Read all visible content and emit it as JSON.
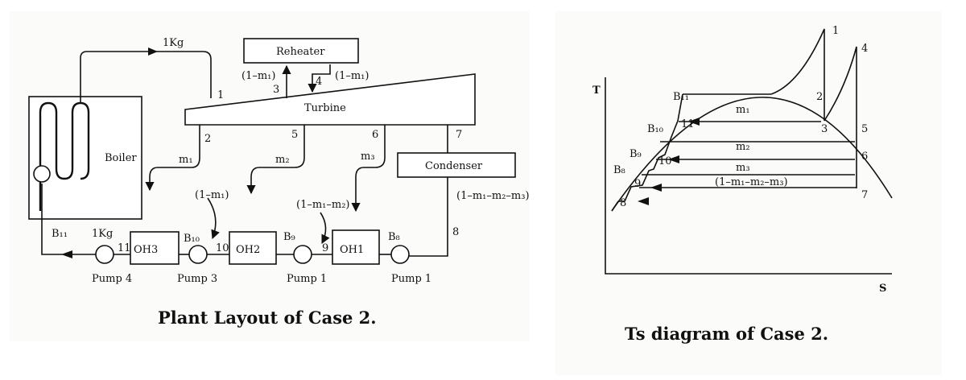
{
  "left": {
    "caption": "Plant Layout of Case 2.",
    "boiler": "Boiler",
    "reheater": "Reheater",
    "turbine": "Turbine",
    "condenser": "Condenser",
    "heaters": [
      "OH3",
      "OH2",
      "OH1"
    ],
    "pumps": [
      "Pump 4",
      "Pump 3",
      "Pump 1",
      "Pump 1"
    ],
    "mass_top": "1Kg",
    "mass_bottom": "1Kg",
    "points": [
      "1",
      "2",
      "3",
      "4",
      "5",
      "6",
      "7",
      "8",
      "9",
      "10",
      "11"
    ],
    "flows": {
      "to_reheater": "(1–m₁)",
      "from_reheater": "(1–m₁)",
      "m1": "m₁",
      "m2": "m₂",
      "m3": "m₃",
      "after_oh3": "(1–m₁)",
      "after_oh2": "(1–m₁–m₂)",
      "condenser_out": "(1–m₁–m₂–m₃)"
    },
    "b_labels": {
      "b11": "B₁₁",
      "b10": "B₁₀",
      "b9": "B₉",
      "b8": "B₈"
    }
  },
  "right": {
    "caption": "Ts diagram of Case 2.",
    "y_axis": "T",
    "x_axis": "S",
    "points": [
      "1",
      "2",
      "3",
      "4",
      "5",
      "6",
      "7",
      "8",
      "9",
      "10",
      "11"
    ],
    "b_labels": [
      "B₁₁",
      "B₁₀",
      "B₉",
      "B₈"
    ],
    "m_labels": [
      "m₁",
      "m₂",
      "m₃",
      "(1–m₁–m₂–m₃)"
    ]
  }
}
